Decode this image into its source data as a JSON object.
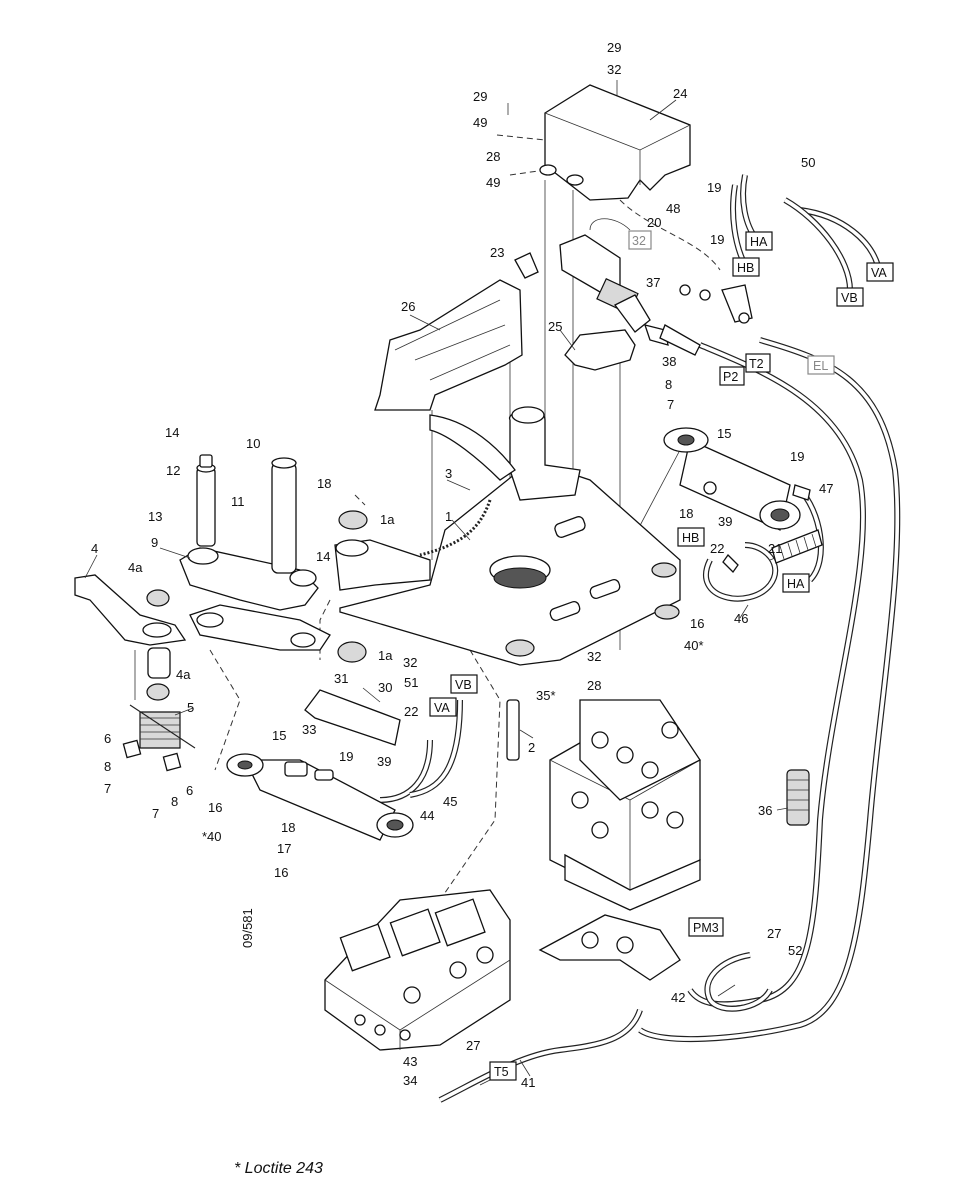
{
  "footnote": "* Loctite 243",
  "drawing_code": "09/581",
  "part_labels": [
    {
      "id": "l29a",
      "text": "29"
    },
    {
      "id": "l32a",
      "text": "32"
    },
    {
      "id": "l24",
      "text": "24"
    },
    {
      "id": "l29b",
      "text": "29"
    },
    {
      "id": "l49a",
      "text": "49"
    },
    {
      "id": "l28a",
      "text": "28"
    },
    {
      "id": "l49b",
      "text": "49"
    },
    {
      "id": "l50",
      "text": "50"
    },
    {
      "id": "l19a",
      "text": "19"
    },
    {
      "id": "l48",
      "text": "48"
    },
    {
      "id": "l20",
      "text": "20"
    },
    {
      "id": "l19b",
      "text": "19"
    },
    {
      "id": "l23",
      "text": "23"
    },
    {
      "id": "l37",
      "text": "37"
    },
    {
      "id": "l26",
      "text": "26"
    },
    {
      "id": "l25",
      "text": "25"
    },
    {
      "id": "l38",
      "text": "38"
    },
    {
      "id": "l8a",
      "text": "8"
    },
    {
      "id": "l7a",
      "text": "7"
    },
    {
      "id": "l15a",
      "text": "15"
    },
    {
      "id": "l19c",
      "text": "19"
    },
    {
      "id": "l47",
      "text": "47"
    },
    {
      "id": "l14a",
      "text": "14"
    },
    {
      "id": "l10",
      "text": "10"
    },
    {
      "id": "l12",
      "text": "12"
    },
    {
      "id": "l11",
      "text": "11"
    },
    {
      "id": "l13",
      "text": "13"
    },
    {
      "id": "l18a",
      "text": "18"
    },
    {
      "id": "l1a",
      "text": "1a"
    },
    {
      "id": "l3",
      "text": "3"
    },
    {
      "id": "l1",
      "text": "1"
    },
    {
      "id": "l18b",
      "text": "18"
    },
    {
      "id": "l39a",
      "text": "39"
    },
    {
      "id": "l22a",
      "text": "22"
    },
    {
      "id": "l21",
      "text": "21"
    },
    {
      "id": "l4",
      "text": "4"
    },
    {
      "id": "l9",
      "text": "9"
    },
    {
      "id": "l4a",
      "text": "4a"
    },
    {
      "id": "l14b",
      "text": "14"
    },
    {
      "id": "l16a",
      "text": "16"
    },
    {
      "id": "l40a",
      "text": "40*"
    },
    {
      "id": "l46",
      "text": "46"
    },
    {
      "id": "l1b",
      "text": "1a"
    },
    {
      "id": "l32b",
      "text": "32"
    },
    {
      "id": "l32c",
      "text": "32"
    },
    {
      "id": "l4b",
      "text": "4a"
    },
    {
      "id": "l31",
      "text": "31"
    },
    {
      "id": "l51",
      "text": "51"
    },
    {
      "id": "l28b",
      "text": "28"
    },
    {
      "id": "l35",
      "text": "35*"
    },
    {
      "id": "l30",
      "text": "30"
    },
    {
      "id": "l5",
      "text": "5"
    },
    {
      "id": "l2",
      "text": "2"
    },
    {
      "id": "l6a",
      "text": "6"
    },
    {
      "id": "l33",
      "text": "33"
    },
    {
      "id": "l22b",
      "text": "22"
    },
    {
      "id": "l8b",
      "text": "8"
    },
    {
      "id": "l15b",
      "text": "15"
    },
    {
      "id": "l39b",
      "text": "39"
    },
    {
      "id": "l7b",
      "text": "7"
    },
    {
      "id": "l8c",
      "text": "8"
    },
    {
      "id": "l6b",
      "text": "6"
    },
    {
      "id": "l7c",
      "text": "7"
    },
    {
      "id": "l19d",
      "text": "19"
    },
    {
      "id": "l16b",
      "text": "16"
    },
    {
      "id": "l45",
      "text": "45"
    },
    {
      "id": "l44",
      "text": "44"
    },
    {
      "id": "l40b",
      "text": "*40"
    },
    {
      "id": "l18c",
      "text": "18"
    },
    {
      "id": "l17",
      "text": "17"
    },
    {
      "id": "l16c",
      "text": "16"
    },
    {
      "id": "l36",
      "text": "36"
    },
    {
      "id": "l27a",
      "text": "27"
    },
    {
      "id": "l52",
      "text": "52"
    },
    {
      "id": "l42",
      "text": "42"
    },
    {
      "id": "l27b",
      "text": "27"
    },
    {
      "id": "l43",
      "text": "43"
    },
    {
      "id": "l34",
      "text": "34"
    },
    {
      "id": "l41",
      "text": "41"
    }
  ],
  "port_tags": [
    {
      "id": "tHA1",
      "text": "HA"
    },
    {
      "id": "tHB1",
      "text": "HB"
    },
    {
      "id": "tVA1",
      "text": "VA"
    },
    {
      "id": "tVB1",
      "text": "VB"
    },
    {
      "id": "t32",
      "text": "32"
    },
    {
      "id": "tP2",
      "text": "P2"
    },
    {
      "id": "tT2",
      "text": "T2"
    },
    {
      "id": "tEL",
      "text": "EL"
    },
    {
      "id": "tHB2",
      "text": "HB"
    },
    {
      "id": "tHA2",
      "text": "HA"
    },
    {
      "id": "tVB2",
      "text": "VB"
    },
    {
      "id": "tVA2",
      "text": "VA"
    },
    {
      "id": "tPM3",
      "text": "PM3"
    },
    {
      "id": "tT5",
      "text": "T5"
    }
  ]
}
